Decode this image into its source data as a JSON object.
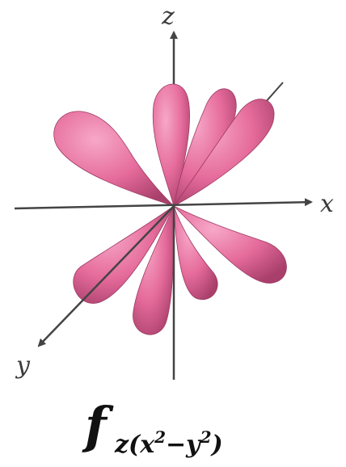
{
  "diagram": {
    "axes": {
      "x_label": "x",
      "y_label": "y",
      "z_label": "z"
    },
    "orbital": {
      "symbol": "f",
      "subscript_main": "z(x",
      "subscript_exp1": "2",
      "subscript_minus": "−y",
      "subscript_exp2": "2",
      "subscript_close": ")"
    },
    "colors": {
      "lobe_light": "#f7a8c8",
      "lobe_mid": "#e56b9b",
      "lobe_dark": "#a93f6b",
      "axis": "#444444"
    },
    "lobe_count": 8
  }
}
